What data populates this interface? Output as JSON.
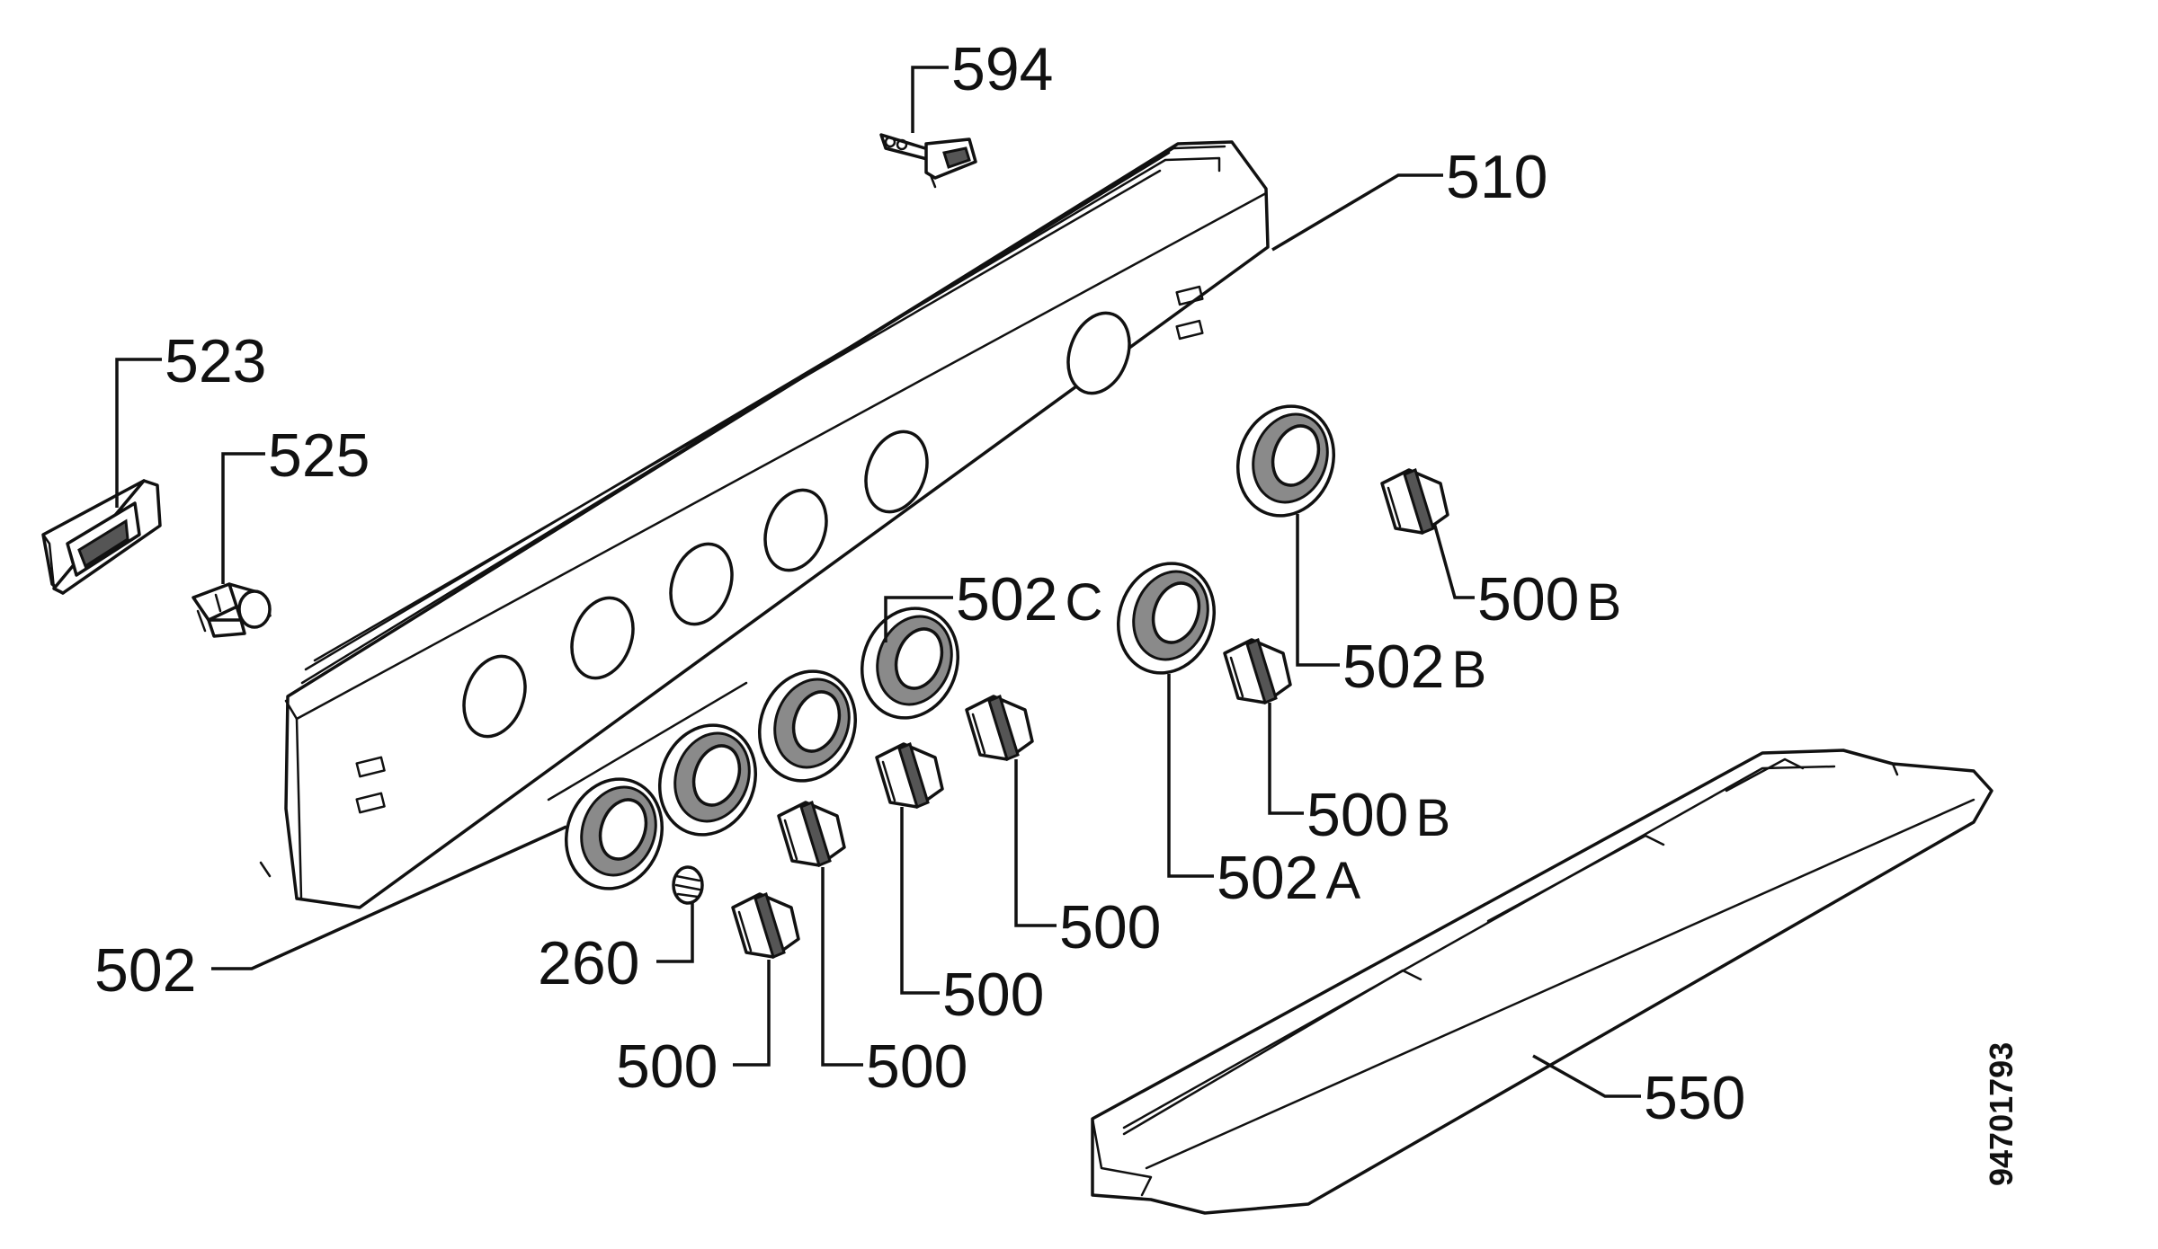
{
  "callouts": {
    "c594": {
      "num": "594",
      "suffix": ""
    },
    "c510": {
      "num": "510",
      "suffix": ""
    },
    "c523": {
      "num": "523",
      "suffix": ""
    },
    "c525": {
      "num": "525",
      "suffix": ""
    },
    "c502c": {
      "num": "502",
      "suffix": "C"
    },
    "c500b_a": {
      "num": "500",
      "suffix": "B"
    },
    "c502b": {
      "num": "502",
      "suffix": "B"
    },
    "c500b_b": {
      "num": "500",
      "suffix": "B"
    },
    "c502a": {
      "num": "502",
      "suffix": "A"
    },
    "c500_a": {
      "num": "500",
      "suffix": ""
    },
    "c502": {
      "num": "502",
      "suffix": ""
    },
    "c260": {
      "num": "260",
      "suffix": ""
    },
    "c500_b": {
      "num": "500",
      "suffix": ""
    },
    "c500_c": {
      "num": "500",
      "suffix": ""
    },
    "c500_d": {
      "num": "500",
      "suffix": ""
    },
    "c550": {
      "num": "550",
      "suffix": ""
    }
  },
  "document_number": "94701793"
}
